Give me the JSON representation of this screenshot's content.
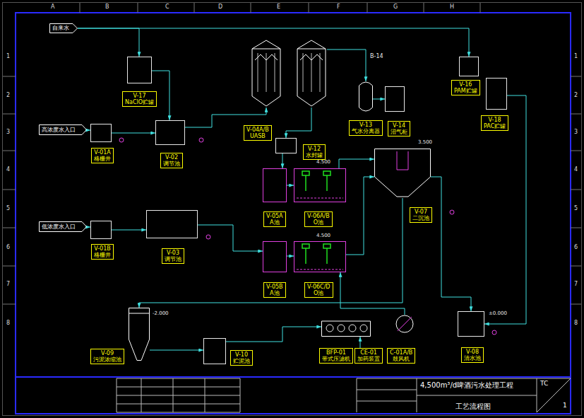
{
  "diagram": {
    "title": "4,500m³/d啤酒污水处理工程",
    "nodes": [
      {
        "text": [
          "自来水"
        ]
      },
      {
        "text": [
          "高浓度水入口"
        ]
      },
      {
        "text": [
          "低浓度水入口"
        ]
      },
      {
        "text": [
          "V-17",
          "NaClO贮罐"
        ]
      },
      {
        "text": [
          "V-01A",
          "格栅井"
        ]
      },
      {
        "text": [
          "V-02",
          "调节池"
        ]
      },
      {
        "text": [
          "V-01B",
          "格栅井"
        ]
      },
      {
        "text": [
          "V-03",
          "调节池"
        ]
      },
      {
        "text": [
          "V-04A/B",
          "UASB"
        ]
      },
      {
        "text": [
          "V-12",
          "水封罐"
        ]
      },
      {
        "text": [
          "V-13",
          "气水分离器"
        ]
      },
      {
        "text": [
          "V-14",
          "沼气柜"
        ]
      },
      {
        "text": [
          "V-16",
          "PAM贮罐"
        ]
      },
      {
        "text": [
          "V-18",
          "PAC贮罐"
        ]
      },
      {
        "text": [
          "V-05A",
          "A池"
        ]
      },
      {
        "text": [
          "V-06A/B",
          "O池"
        ]
      },
      {
        "text": [
          "V-05B",
          "A池"
        ]
      },
      {
        "text": [
          "V-06C/D",
          "O池"
        ]
      },
      {
        "text": [
          "V-07",
          "二沉池"
        ]
      },
      {
        "text": [
          "V-08",
          "清水池"
        ]
      },
      {
        "text": [
          "V-09",
          "污泥浓缩池"
        ]
      },
      {
        "text": [
          "V-10",
          "贮泥池"
        ]
      },
      {
        "text": [
          "BFP-01",
          "带式压滤机"
        ]
      },
      {
        "text": [
          "CE-01",
          "加药装置"
        ]
      },
      {
        "text": [
          "C-01A/B",
          "鼓风机"
        ]
      }
    ],
    "edges": [
      {
        "from": 1,
        "to": 4,
        "arrow": "to"
      },
      {
        "from": 4,
        "to": 5,
        "arrow": "to"
      },
      {
        "from": 2,
        "to": 6,
        "arrow": "to"
      },
      {
        "from": 6,
        "to": 7,
        "arrow": "to"
      },
      {
        "from": 0,
        "to": 3,
        "arrow": "to"
      },
      {
        "from": 0,
        "to": 12,
        "arrow": "to"
      },
      {
        "from": 5,
        "to": 8,
        "arrow": "to"
      },
      {
        "from": 8,
        "to": 9,
        "arrow": "to"
      },
      {
        "from": 8,
        "to": 10,
        "arrow": "to"
      },
      {
        "from": 10,
        "to": 11,
        "arrow": "to"
      },
      {
        "from": 9,
        "to": 14,
        "arrow": "to"
      },
      {
        "from": 7,
        "to": 16,
        "arrow": "to"
      },
      {
        "from": 14,
        "to": 15,
        "arrow": "to"
      },
      {
        "from": 16,
        "to": 17,
        "arrow": "to"
      },
      {
        "from": 15,
        "to": 18,
        "arrow": "to"
      },
      {
        "from": 17,
        "to": 18,
        "arrow": "to"
      },
      {
        "from": 18,
        "to": 19,
        "arrow": "to"
      },
      {
        "from": 18,
        "to": 20,
        "arrow": "to"
      },
      {
        "from": 20,
        "to": 21,
        "arrow": "to"
      },
      {
        "from": 21,
        "to": 22,
        "arrow": "to"
      },
      {
        "from": 13,
        "to": 19,
        "arrow": "to"
      },
      {
        "from": 24,
        "to": 17,
        "arrow": "to"
      },
      {
        "from": 3,
        "to": 5,
        "arrow": "to"
      },
      {
        "from": 23,
        "to": 22,
        "arrow": "to"
      }
    ],
    "labels": [
      "A",
      "B",
      "C",
      "D",
      "E",
      "F",
      "G",
      "H",
      "1",
      "2",
      "3",
      "4",
      "5",
      "6",
      "7",
      "8",
      "1",
      "2",
      "3",
      "4",
      "5",
      "6",
      "7",
      "8",
      "B-14",
      "4.500",
      "4.500",
      "-2.000",
      "3.500",
      "±0.000",
      "工艺流程图",
      "TC",
      "1"
    ]
  }
}
